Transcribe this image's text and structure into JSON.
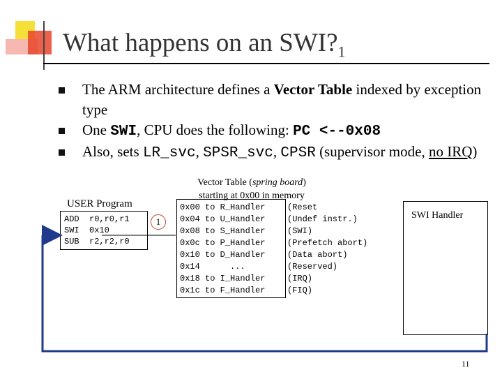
{
  "title": {
    "main": "What happens on an SWI?",
    "sub": "1"
  },
  "bullets": [
    {
      "prefix": "The ARM architecture defines a ",
      "bold": "Vector Table",
      "suffix": " indexed by exception type"
    },
    {
      "prefix": "One ",
      "code1": "SWI",
      "middle": ", CPU does the following: ",
      "code2": "PC <--0x08"
    },
    {
      "prefix": "Also, sets ",
      "code1": "LR_svc",
      "sep1": ", ",
      "code2": "SPSR_svc",
      "sep2": ", ",
      "code3": "CPSR",
      "middle": " (supervisor mode, ",
      "underlined": "no IRQ",
      "suffix": ")"
    }
  ],
  "user_program": {
    "title": "USER Program",
    "lines": [
      "ADD  r0,r0,r1",
      "SWI  0x10",
      "SUB  r2,r2,r0"
    ]
  },
  "step_marker": "1",
  "vector_table": {
    "title_line1_prefix": "Vector Table (",
    "title_line1_italic": "spring board",
    "title_line1_suffix": ")",
    "title_line2": "starting at 0x00 in memory",
    "entries": [
      {
        "addr": "0x00",
        "handler": "to R_Handler",
        "comment": "(Reset"
      },
      {
        "addr": "0x04",
        "handler": "to U_Handler",
        "comment": "(Undef instr.)"
      },
      {
        "addr": "0x08",
        "handler": "to S_Handler",
        "comment": "(SWI)"
      },
      {
        "addr": "0x0c",
        "handler": "to P_Handler",
        "comment": "(Prefetch abort)"
      },
      {
        "addr": "0x10",
        "handler": "to D_Handler",
        "comment": "(Data abort)"
      },
      {
        "addr": "0x14",
        "handler": "     ...",
        "comment": "(Reserved)"
      },
      {
        "addr": "0x18",
        "handler": "to I_Handler",
        "comment": "(IRQ)"
      },
      {
        "addr": "0x1c",
        "handler": "to F_Handler",
        "comment": "(FIQ)"
      }
    ]
  },
  "swi_handler": {
    "label": "SWI Handler"
  },
  "page_number": "11",
  "colors": {
    "arrow": "#1f3a8a",
    "accent_yellow": "#f5e03a",
    "accent_red": "#e8452c",
    "title": "#333333"
  }
}
